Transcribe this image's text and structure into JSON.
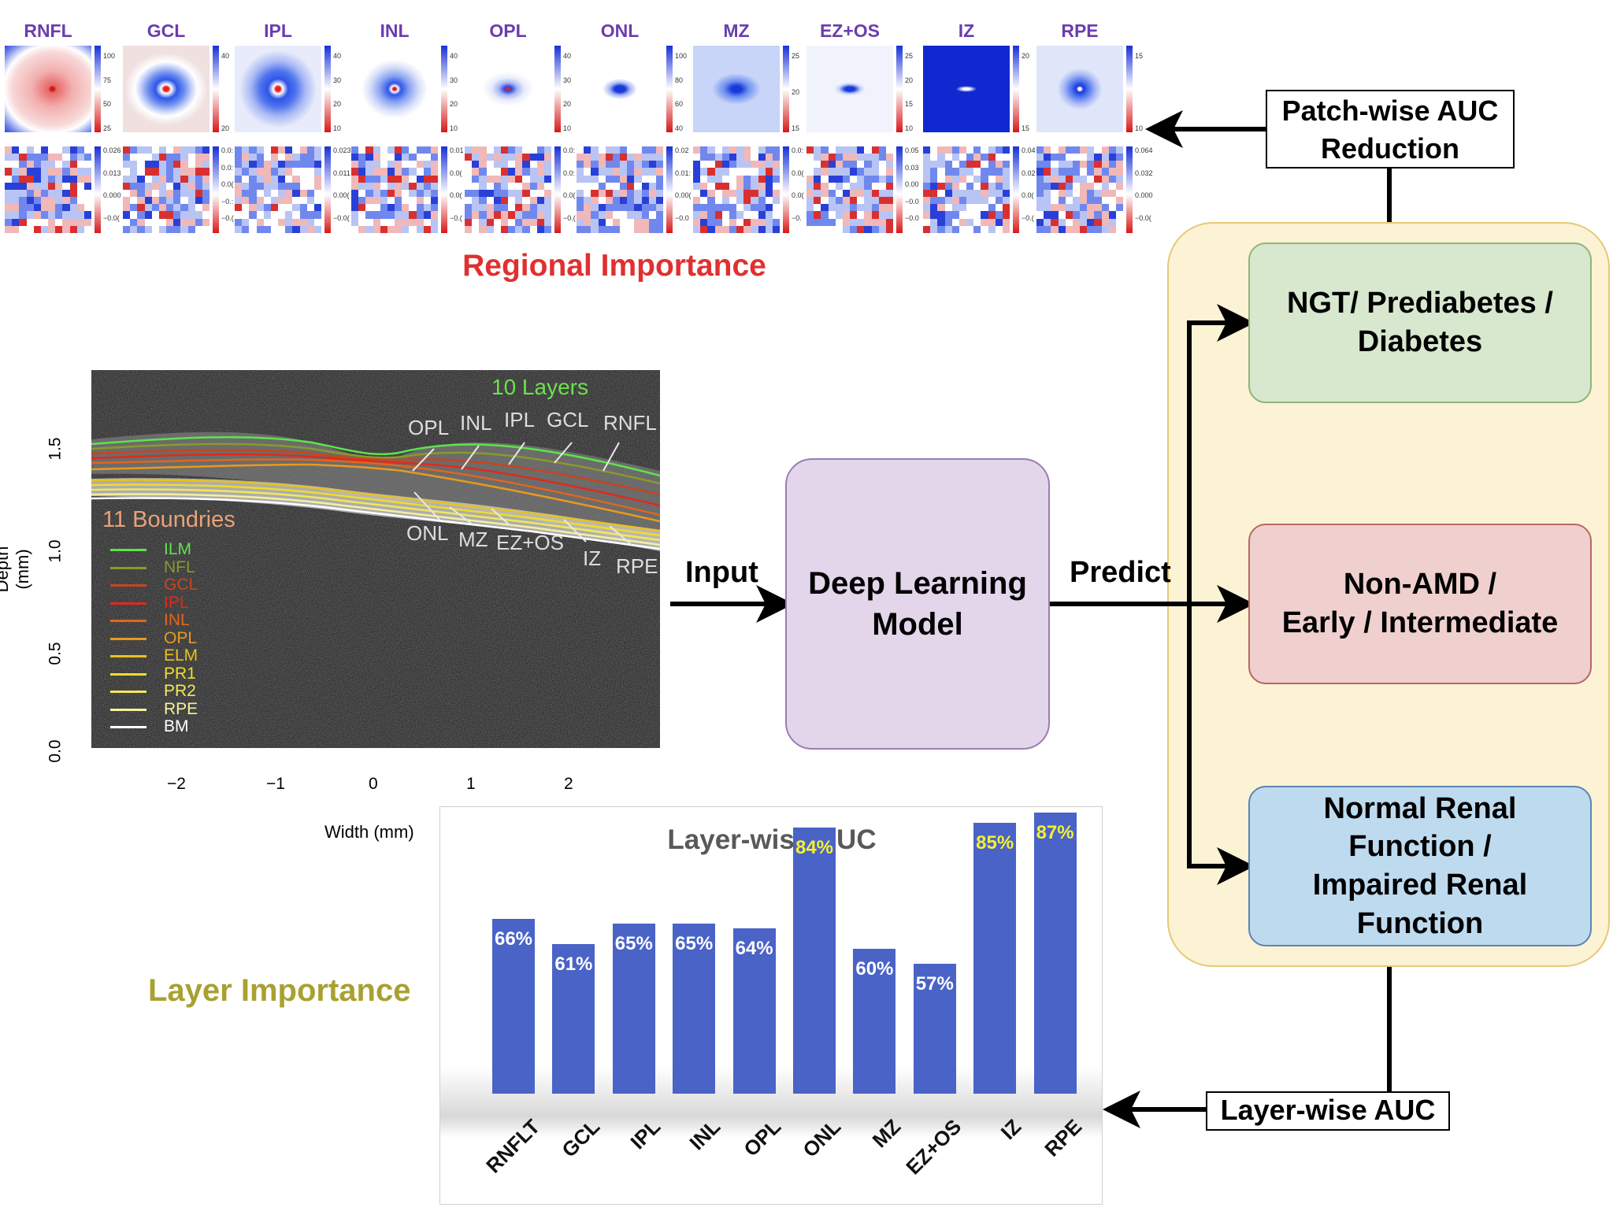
{
  "regional": {
    "title": "Regional Importance",
    "layers": [
      "RNFL",
      "GCL",
      "IPL",
      "INL",
      "OPL",
      "ONL",
      "MZ",
      "EZ+OS",
      "IZ",
      "RPE"
    ],
    "top_ticks": [
      [
        "100",
        "75",
        "50",
        "25"
      ],
      [
        "40",
        "20"
      ],
      [
        "40",
        "30",
        "20",
        "10"
      ],
      [
        "40",
        "30",
        "20",
        "10"
      ],
      [
        "40",
        "30",
        "20",
        "10"
      ],
      [
        "100",
        "80",
        "60",
        "40"
      ],
      [
        "25",
        "20",
        "15"
      ],
      [
        "25",
        "20",
        "15",
        "10"
      ],
      [
        "20",
        "15"
      ],
      [
        "15",
        "10"
      ]
    ],
    "bottom_ticks": [
      [
        "0.026",
        "0.013",
        "0.000",
        "−0.0("
      ],
      [
        "0.0:",
        "0.0:",
        "0.0(",
        "−0.:",
        "−0.("
      ],
      [
        "0.023",
        "0.011",
        "0.00(",
        "−0.0("
      ],
      [
        "0.01",
        "0.0(",
        "0.0(",
        "−0.("
      ],
      [
        "0.0:",
        "0.0:",
        "0.0(",
        "−0.("
      ],
      [
        "0.02",
        "0.01:",
        "0.00(",
        "−0.0"
      ],
      [
        "0.0:",
        "0.0(",
        "0.0(",
        "−0."
      ],
      [
        "0.05",
        "0.03",
        "0.00",
        "−0.0",
        "−0.0"
      ],
      [
        "0.04",
        "0.02",
        "0.0(",
        "−0.("
      ],
      [
        "0.064",
        "0.032",
        "0.000",
        "−0.0("
      ]
    ]
  },
  "patch_box": {
    "line1": "Patch-wise AUC",
    "line2": "Reduction"
  },
  "oct": {
    "layers_label": "10 Layers",
    "boundaries_label": "11 Boundries",
    "top_arrow_labels": [
      "OPL",
      "INL",
      "IPL",
      "GCL",
      "RNFL"
    ],
    "bottom_arrow_labels": [
      "ONL",
      "MZ",
      "EZ+OS",
      "IZ",
      "RPE"
    ],
    "legend": [
      {
        "name": "ILM",
        "color": "#5ee34a"
      },
      {
        "name": "NFL",
        "color": "#8a9a2a"
      },
      {
        "name": "GCL",
        "color": "#c8451e"
      },
      {
        "name": "IPL",
        "color": "#e02a1a"
      },
      {
        "name": "INL",
        "color": "#e0661e"
      },
      {
        "name": "OPL",
        "color": "#e89a1e"
      },
      {
        "name": "ELM",
        "color": "#e8c21e"
      },
      {
        "name": "PR1",
        "color": "#f0dc2a"
      },
      {
        "name": "PR2",
        "color": "#f2e85a"
      },
      {
        "name": "RPE",
        "color": "#f4f0a0"
      },
      {
        "name": "BM",
        "color": "#ffffff"
      }
    ],
    "xlabel": "Width (mm)",
    "ylabel": "Depth (mm)",
    "xticks": [
      "−2",
      "−1",
      "0",
      "1",
      "2"
    ],
    "yticks": [
      "0.0",
      "0.5",
      "1.0",
      "1.5"
    ]
  },
  "flow": {
    "input_label": "Input",
    "model_line1": "Deep Learning",
    "model_line2": "Model",
    "predict_label": "Predict"
  },
  "outcomes": {
    "glycemic": {
      "line1": "NGT/ Prediabetes /",
      "line2": "Diabetes"
    },
    "amd": {
      "line1": "Non-AMD /",
      "line2": "Early / Intermediate"
    },
    "renal": {
      "line1": "Normal Renal",
      "line2": "Function /",
      "line3": "Impaired Renal",
      "line4": "Function"
    }
  },
  "layerwise_box": "Layer-wise AUC",
  "layer_importance_title": "Layer Importance",
  "chart_data": {
    "type": "bar",
    "title": "Layer-wise AUC",
    "categories": [
      "RNFLT",
      "GCL",
      "IPL",
      "INL",
      "OPL",
      "ONL",
      "MZ",
      "EZ+OS",
      "IZ",
      "RPE"
    ],
    "values": [
      66,
      61,
      65,
      65,
      64,
      84,
      60,
      57,
      85,
      87
    ],
    "labels": [
      "66%",
      "61%",
      "65%",
      "65%",
      "64%",
      "84%",
      "60%",
      "57%",
      "85%",
      "87%"
    ],
    "highlight": [
      false,
      false,
      false,
      false,
      false,
      true,
      false,
      false,
      true,
      true
    ],
    "bar_color": "#4a63c6",
    "label_color": "#ffffff",
    "highlight_label_color": "#f6f030",
    "ylim": [
      0,
      100
    ]
  }
}
